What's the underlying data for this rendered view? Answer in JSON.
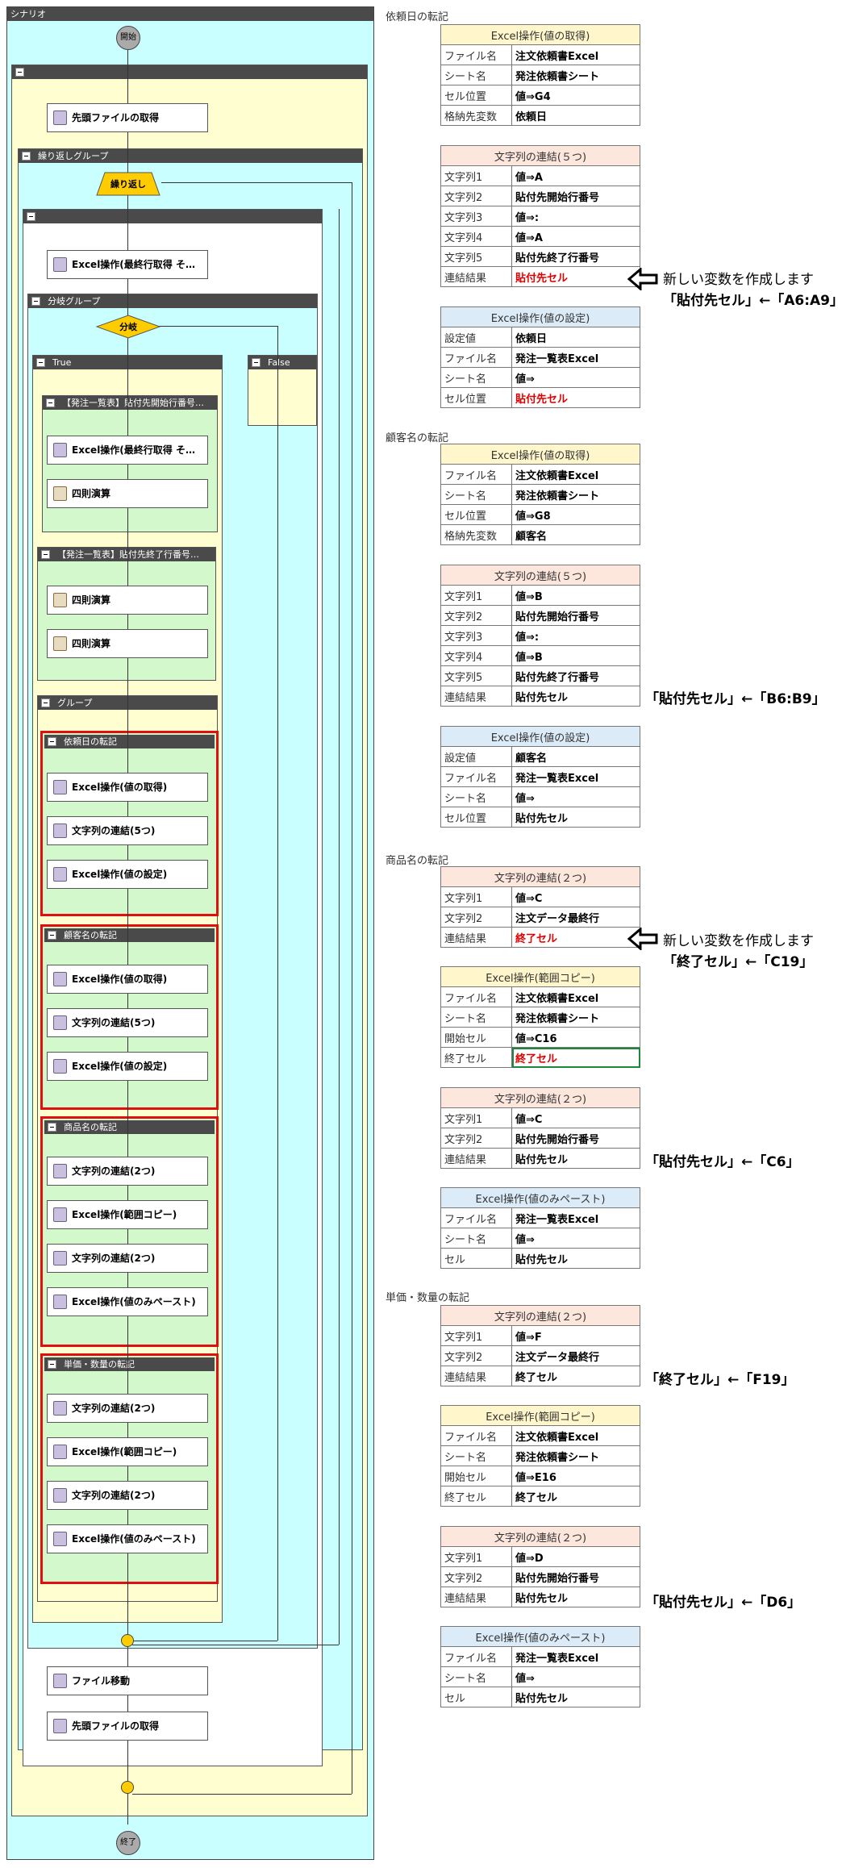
{
  "colors": {
    "yellow_bg": "#fffed0",
    "green_bg": "#d2f8cc",
    "cyan_bg": "#caffff",
    "header": "#4a4a4a",
    "red_frame": "#e01010",
    "title_yellow": "#fff6cc",
    "title_pink": "#fde6dc",
    "title_blue": "#dcebf8",
    "diamond": "#ffcc00"
  },
  "flow": {
    "scenario": "シナリオ",
    "start": "開始",
    "end": "終了",
    "act1": "先頭ファイルの取得",
    "loop_group": "繰り返しグループ",
    "loop": "繰り返し",
    "last_row": "Excel操作(最終行取得 そ…",
    "branch_group": "分岐グループ",
    "branch": "分岐",
    "true": "True",
    "false": "False",
    "g1": "【発注一覧表】貼付先開始行番号…",
    "g1a": "Excel操作(最終行取得 そ…",
    "g1b": "四則演算",
    "g2": "【発注一覧表】貼付先終了行番号…",
    "g2a": "四則演算",
    "g2b": "四則演算",
    "group": "グループ",
    "s1": "依頼日の転記",
    "s1a": "Excel操作(値の取得)",
    "s1b": "文字列の連結(5つ)",
    "s1c": "Excel操作(値の設定)",
    "s2": "顧客名の転記",
    "s2a": "Excel操作(値の取得)",
    "s2b": "文字列の連結(5つ)",
    "s2c": "Excel操作(値の設定)",
    "s3": "商品名の転記",
    "s3a": "文字列の連結(2つ)",
    "s3b": "Excel操作(範囲コピー)",
    "s3c": "文字列の連結(2つ)",
    "s3d": "Excel操作(値のみペースト)",
    "s4": "単価・数量の転記",
    "s4a": "文字列の連結(2つ)",
    "s4b": "Excel操作(範囲コピー)",
    "s4c": "文字列の連結(2つ)",
    "s4d": "Excel操作(値のみペースト)",
    "move": "ファイル移動",
    "act_last": "先頭ファイルの取得"
  },
  "right": {
    "sec1": "依頼日の転記",
    "sec2": "顧客名の転記",
    "sec3": "商品名の転記",
    "sec4": "単価・数量の転記",
    "t1": {
      "title": "Excel操作(値の取得)",
      "rows": [
        [
          "ファイル名",
          "注文依頼書Excel"
        ],
        [
          "シート名",
          "発注依頼書シート"
        ],
        [
          "セル位置",
          "値⇒G4"
        ],
        [
          "格納先変数",
          "依頼日"
        ]
      ]
    },
    "t2": {
      "title": "文字列の連結(５つ)",
      "rows": [
        [
          "文字列1",
          "値⇒A"
        ],
        [
          "文字列2",
          "貼付先開始行番号"
        ],
        [
          "文字列3",
          "値⇒:"
        ],
        [
          "文字列4",
          "値⇒A"
        ],
        [
          "文字列5",
          "貼付先終了行番号"
        ],
        [
          "連結結果",
          "貼付先セル"
        ]
      ]
    },
    "t3": {
      "title": "Excel操作(値の設定)",
      "rows": [
        [
          "設定値",
          "依頼日"
        ],
        [
          "ファイル名",
          "発注一覧表Excel"
        ],
        [
          "シート名",
          "値⇒"
        ],
        [
          "セル位置",
          "貼付先セル"
        ]
      ]
    },
    "t4": {
      "title": "Excel操作(値の取得)",
      "rows": [
        [
          "ファイル名",
          "注文依頼書Excel"
        ],
        [
          "シート名",
          "発注依頼書シート"
        ],
        [
          "セル位置",
          "値⇒G8"
        ],
        [
          "格納先変数",
          "顧客名"
        ]
      ]
    },
    "t5": {
      "title": "文字列の連結(５つ)",
      "rows": [
        [
          "文字列1",
          "値⇒B"
        ],
        [
          "文字列2",
          "貼付先開始行番号"
        ],
        [
          "文字列3",
          "値⇒:"
        ],
        [
          "文字列4",
          "値⇒B"
        ],
        [
          "文字列5",
          "貼付先終了行番号"
        ],
        [
          "連結結果",
          "貼付先セル"
        ]
      ]
    },
    "t6": {
      "title": "Excel操作(値の設定)",
      "rows": [
        [
          "設定値",
          "顧客名"
        ],
        [
          "ファイル名",
          "発注一覧表Excel"
        ],
        [
          "シート名",
          "値⇒"
        ],
        [
          "セル位置",
          "貼付先セル"
        ]
      ]
    },
    "t7": {
      "title": "文字列の連結(２つ)",
      "rows": [
        [
          "文字列1",
          "値⇒C"
        ],
        [
          "文字列2",
          "注文データ最終行"
        ],
        [
          "連結結果",
          "終了セル"
        ]
      ]
    },
    "t8": {
      "title": "Excel操作(範囲コピー)",
      "rows": [
        [
          "ファイル名",
          "注文依頼書Excel"
        ],
        [
          "シート名",
          "発注依頼書シート"
        ],
        [
          "開始セル",
          "値⇒C16"
        ],
        [
          "終了セル",
          "終了セル"
        ]
      ]
    },
    "t9": {
      "title": "文字列の連結(２つ)",
      "rows": [
        [
          "文字列1",
          "値⇒C"
        ],
        [
          "文字列2",
          "貼付先開始行番号"
        ],
        [
          "連結結果",
          "貼付先セル"
        ]
      ]
    },
    "t10": {
      "title": "Excel操作(値のみペースト)",
      "rows": [
        [
          "ファイル名",
          "発注一覧表Excel"
        ],
        [
          "シート名",
          "値⇒"
        ],
        [
          "セル",
          "貼付先セル"
        ]
      ]
    },
    "t11": {
      "title": "文字列の連結(２つ)",
      "rows": [
        [
          "文字列1",
          "値⇒F"
        ],
        [
          "文字列2",
          "注文データ最終行"
        ],
        [
          "連結結果",
          "終了セル"
        ]
      ]
    },
    "t12": {
      "title": "Excel操作(範囲コピー)",
      "rows": [
        [
          "ファイル名",
          "注文依頼書Excel"
        ],
        [
          "シート名",
          "発注依頼書シート"
        ],
        [
          "開始セル",
          "値⇒E16"
        ],
        [
          "終了セル",
          "終了セル"
        ]
      ]
    },
    "t13": {
      "title": "文字列の連結(２つ)",
      "rows": [
        [
          "文字列1",
          "値⇒D"
        ],
        [
          "文字列2",
          "貼付先開始行番号"
        ],
        [
          "連結結果",
          "貼付先セル"
        ]
      ]
    },
    "t14": {
      "title": "Excel操作(値のみペースト)",
      "rows": [
        [
          "ファイル名",
          "発注一覧表Excel"
        ],
        [
          "シート名",
          "値⇒"
        ],
        [
          "セル",
          "貼付先セル"
        ]
      ]
    },
    "n1a": "新しい変数を作成します",
    "n1b": "「貼付先セル」←「A6:A9」",
    "n2": "「貼付先セル」←「B6:B9」",
    "n3a": "新しい変数を作成します",
    "n3b": "「終了セル」←「C19」",
    "n4": "「貼付先セル」←「C6」",
    "n5": "「終了セル」←「F19」",
    "n6": "「貼付先セル」←「D6」"
  }
}
